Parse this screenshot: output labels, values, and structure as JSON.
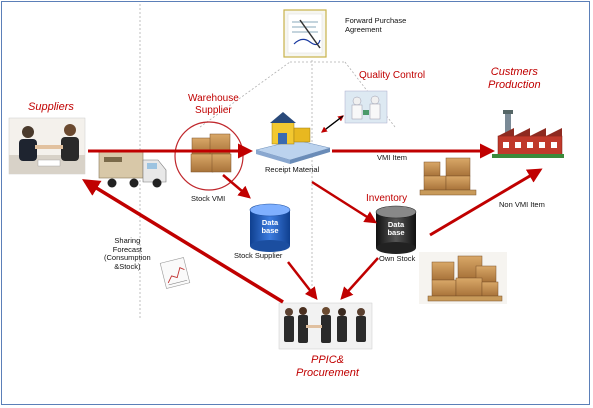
{
  "labels": {
    "suppliers": "Suppliers",
    "warehouse_supplier_line1": "Warehouse",
    "warehouse_supplier_line2": "Supplier",
    "forward_purchase_line1": "Forward Purchase",
    "forward_purchase_line2": "Agreement",
    "quality_control": "Quality Control",
    "customers_line1": "Custmers",
    "customers_line2": "Production",
    "stock_vmi": "Stock VMI",
    "receipt_material": "Receipt Material",
    "vmi_item": "VMI Item",
    "inventory": "Inventory",
    "non_vmi_item": "Non VMI Item",
    "stock_supplier": "Stock Supplier",
    "own_stock": "Own Stock",
    "sharing_line1": "Sharing",
    "sharing_line2": "Forecast",
    "sharing_line3": "(Consumption",
    "sharing_line4": "&Stock)",
    "ppic_line1": "PPIC&",
    "ppic_line2": "Procurement"
  },
  "databases": {
    "stock_supplier_db_line1": "Data",
    "stock_supplier_db_line2": "base",
    "own_stock_db_line1": "Data",
    "own_stock_db_line2": "base"
  },
  "icons": [
    "handshake-photo-icon",
    "delivery-truck-icon",
    "cardboard-boxes-icon",
    "warehouse-building-icon",
    "contract-document-icon",
    "lab-technicians-icon",
    "factory-icon",
    "pallet-boxes-icon",
    "business-people-icon",
    "database-cylinder-icon",
    "forecast-chart-icon"
  ],
  "colors": {
    "arrow": "#c00000",
    "title_red": "#c00000",
    "frame": "#5b7fb8",
    "dashed": "#b0b0b0",
    "db_blue": "#1f5fbf",
    "db_black": "#222222"
  }
}
